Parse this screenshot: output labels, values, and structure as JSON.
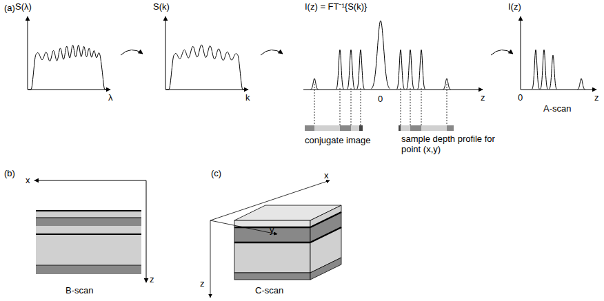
{
  "diagram": {
    "labels": [
      "(a)",
      "S(λ)",
      "λ",
      "S(k)",
      "k",
      "I(z) = FT⁻¹{S(k)}",
      "z",
      "0",
      "conjugate image",
      "sample depth profile for point (x,y)",
      "I(z)",
      "0",
      "z",
      "A-scan",
      "(b)",
      "x",
      "z",
      "B-scan",
      "(c)",
      "x",
      "y",
      "z",
      "C-scan"
    ]
  }
}
